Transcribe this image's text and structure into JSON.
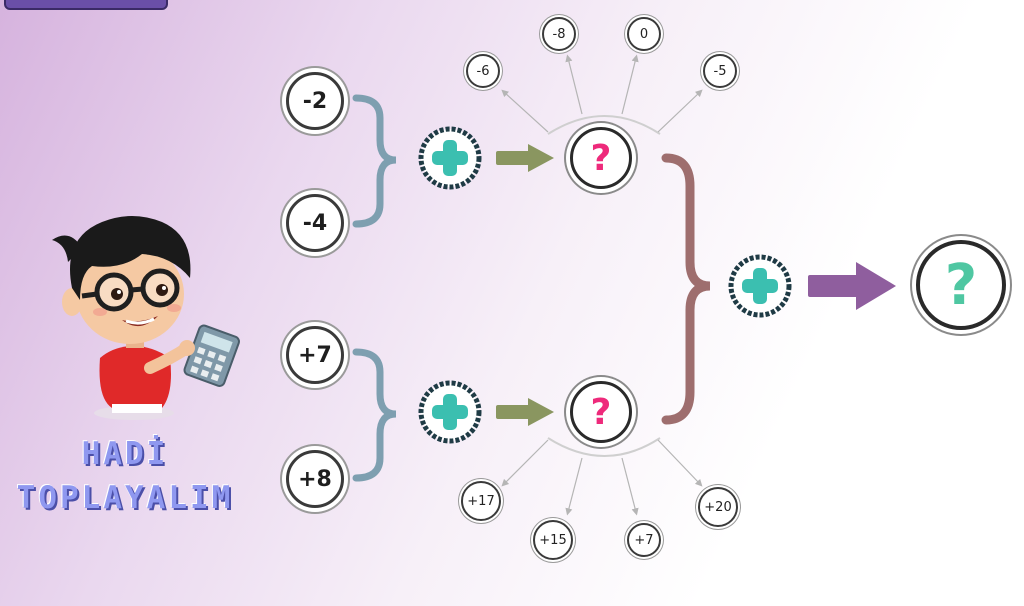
{
  "title": {
    "line1": "HADİ",
    "line2": "TOPLAYALIM"
  },
  "colors": {
    "pink_question": "#ee2a7b",
    "teal_question": "#4fc7a2",
    "plus_teal": "#3bbfb0",
    "arrow_olive": "#8a9660",
    "arrow_purple": "#8f5e9e",
    "brace_blue": "#7e9fb0",
    "brace_mauve": "#9e6e6e",
    "title_blue": "#8f98f0"
  },
  "top_group": {
    "operand_a": "-2",
    "operand_b": "-4",
    "operator_icon": "plus-icon",
    "result": "?",
    "options": [
      "-6",
      "-8",
      "0",
      "-5"
    ]
  },
  "bottom_group": {
    "operand_a": "+7",
    "operand_b": "+8",
    "operator_icon": "plus-icon",
    "result": "?",
    "options": [
      "+17",
      "+15",
      "+7",
      "+20"
    ]
  },
  "final": {
    "operator_icon": "plus-icon",
    "result": "?"
  }
}
